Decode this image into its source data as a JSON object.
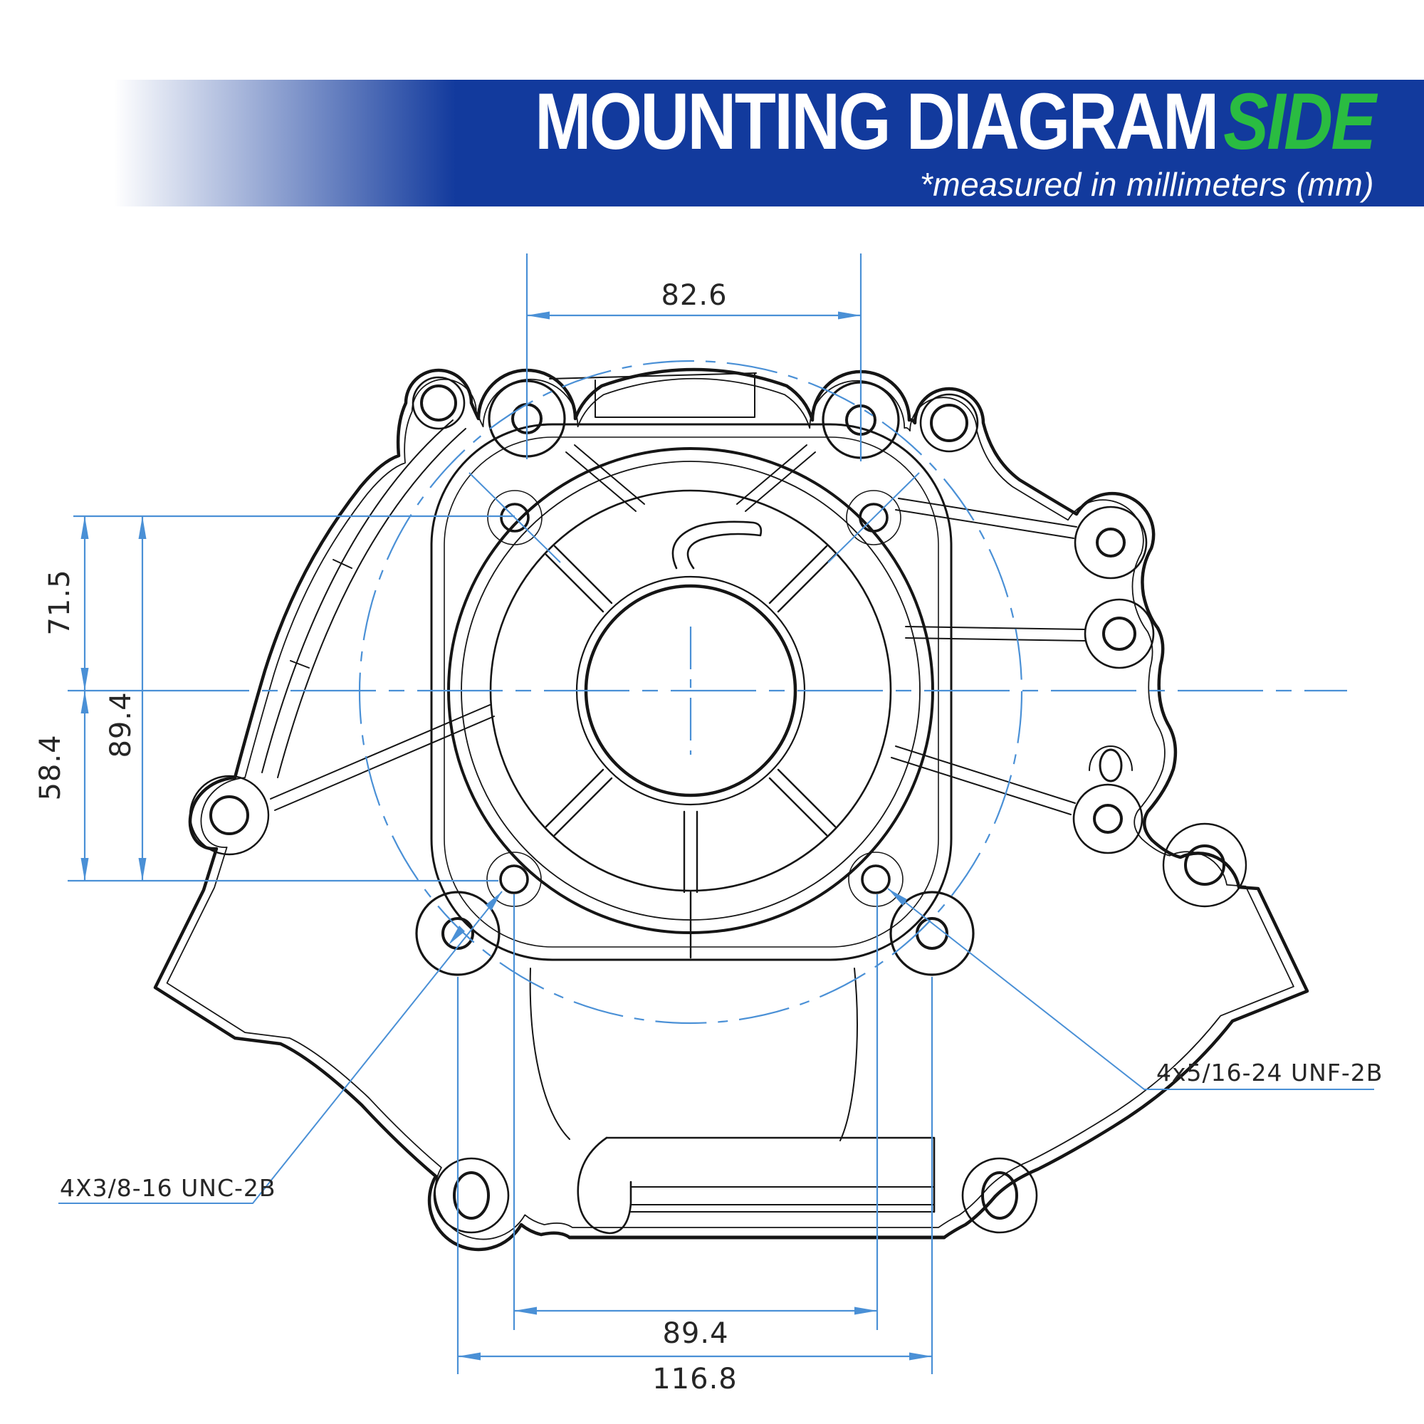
{
  "header": {
    "title": "MOUNTING DIAGRAM",
    "title_accent": "SIDE",
    "subtitle": "*measured in millimeters (mm)",
    "banner_color": "#123a9d",
    "accent_color": "#2abc41"
  },
  "diagram": {
    "type": "engine-side-mounting-diagram",
    "line_color": "#151515",
    "dimension_color": "#4a90d6",
    "units": "mm",
    "dimensions": {
      "top_bolt_spacing": "82.6",
      "left_upper": "71.5",
      "left_overall": "89.4",
      "left_lower": "58.4",
      "bottom_inner": "89.4",
      "bottom_outer": "116.8"
    },
    "thread_labels": {
      "left": "4X3/8-16 UNC-2B",
      "right": "4x5/16-24 UNF-2B"
    }
  }
}
